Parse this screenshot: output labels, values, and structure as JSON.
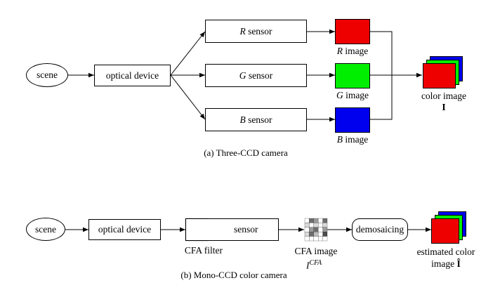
{
  "top": {
    "scene": "scene",
    "optical_device": "optical device",
    "r_sensor": {
      "var": "R",
      "text": " sensor"
    },
    "g_sensor": {
      "var": "G",
      "text": " sensor"
    },
    "b_sensor": {
      "var": "B",
      "text": " sensor"
    },
    "r_image": {
      "var": "R",
      "text": " image"
    },
    "g_image": {
      "var": "G",
      "text": " image"
    },
    "b_image": {
      "var": "B",
      "text": " image"
    },
    "color_image": "color image",
    "color_image_symbol": "I",
    "caption": "(a) Three-CCD camera"
  },
  "bottom": {
    "scene": "scene",
    "optical_device": "optical device",
    "sensor": "sensor",
    "cfa_filter": "CFA filter",
    "cfa_image": "CFA image",
    "cfa_symbol": "I",
    "cfa_sup": "CFA",
    "demosaicing": "demosaicing",
    "estimated_1": "estimated color",
    "estimated_2": "image ",
    "estimated_symbol": "Î",
    "caption": "(b) Mono-CCD color camera"
  },
  "colors": {
    "red": "#ee0000",
    "green": "#00ee00",
    "blue": "#0000ee"
  }
}
